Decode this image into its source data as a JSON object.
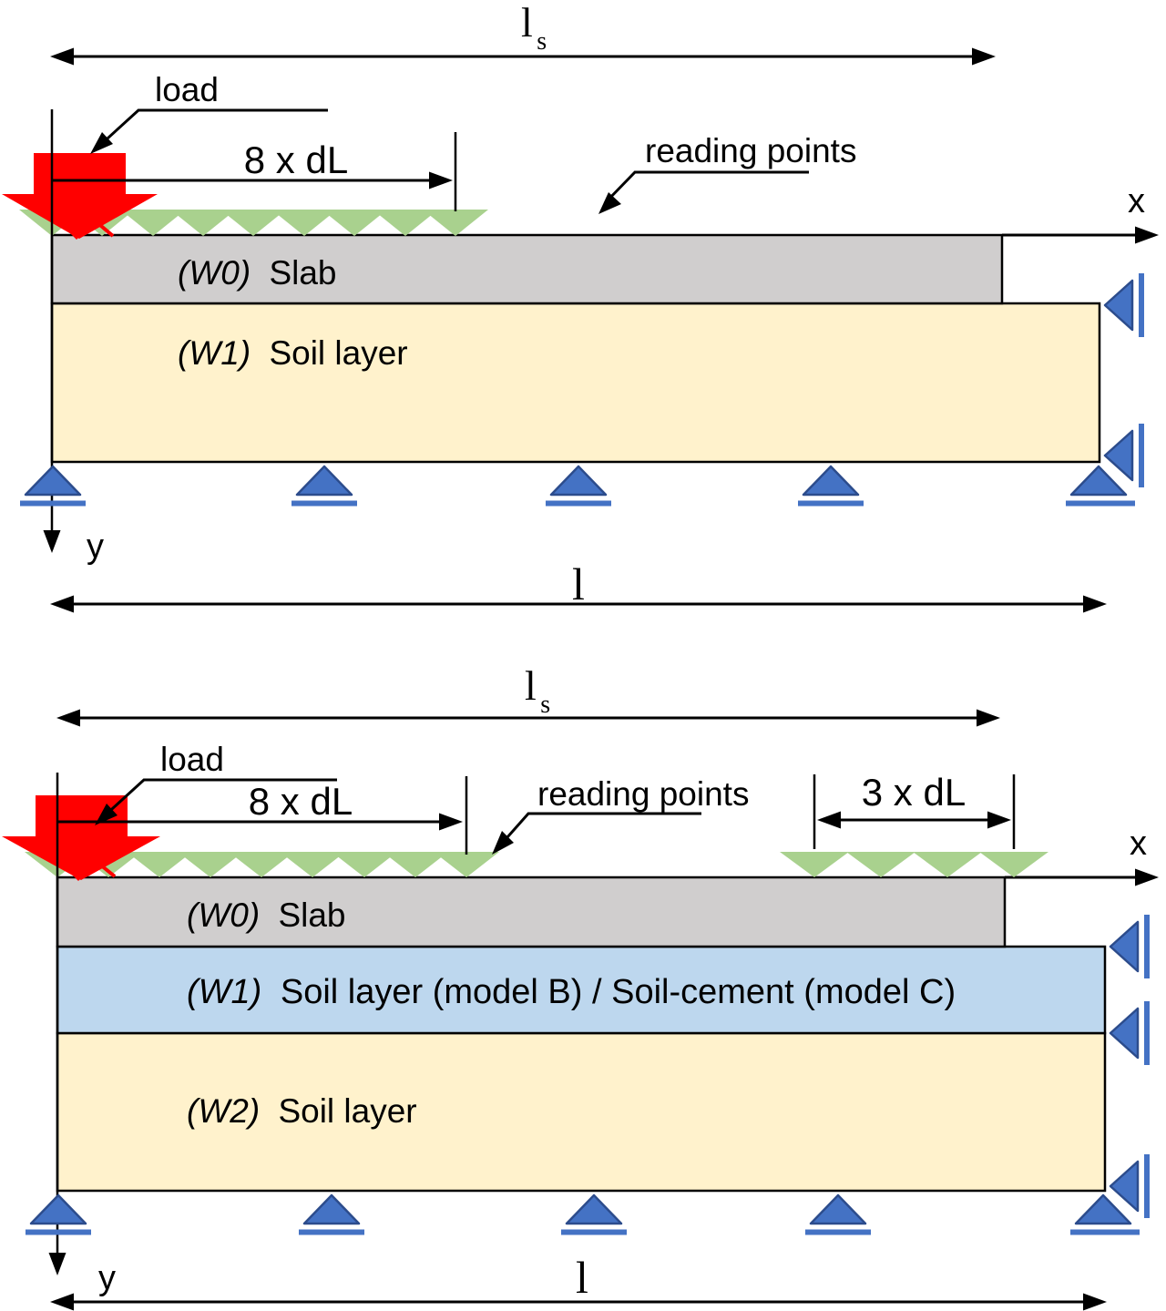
{
  "figure": {
    "description": "Two schematic cross-sections of numerical pavement models: slab on soil layer (model A) and slab on soil/soil-cement over soil (models B and C)"
  },
  "colors": {
    "slab_fill": "#D0CECE",
    "soil_fill": "#FFF2CC",
    "soil_cement_fill": "#BDD7EE",
    "support_fill": "#4472C4",
    "support_border": "#2C4C8C",
    "reading_point_fill": "#A9D18E",
    "load_fill": "#FF0000",
    "line_color": "#000000"
  },
  "model_a": {
    "slab_span_label": {
      "base": "l",
      "sub": "s"
    },
    "load_label": "load",
    "left_grid_label": "8 x dL",
    "reading_points_label": "reading points",
    "x_axis_label": "x",
    "y_axis_label": "y",
    "total_length_label": "l",
    "layers": [
      {
        "tag": "(W0)",
        "name": "Slab"
      },
      {
        "tag": "(W1)",
        "name": "Soil layer"
      }
    ]
  },
  "model_bc": {
    "slab_span_label": {
      "base": "l",
      "sub": "s"
    },
    "load_label": "load",
    "left_grid_label": "8 x dL",
    "right_grid_label": "3 x dL",
    "reading_points_label": "reading points",
    "x_axis_label": "x",
    "y_axis_label": "y",
    "total_length_label": "l",
    "layers": [
      {
        "tag": "(W0)",
        "name": "Slab"
      },
      {
        "tag": "(W1)",
        "name": "Soil layer (model B) / Soil-cement (model C)"
      },
      {
        "tag": "(W2)",
        "name": "Soil layer"
      }
    ]
  }
}
